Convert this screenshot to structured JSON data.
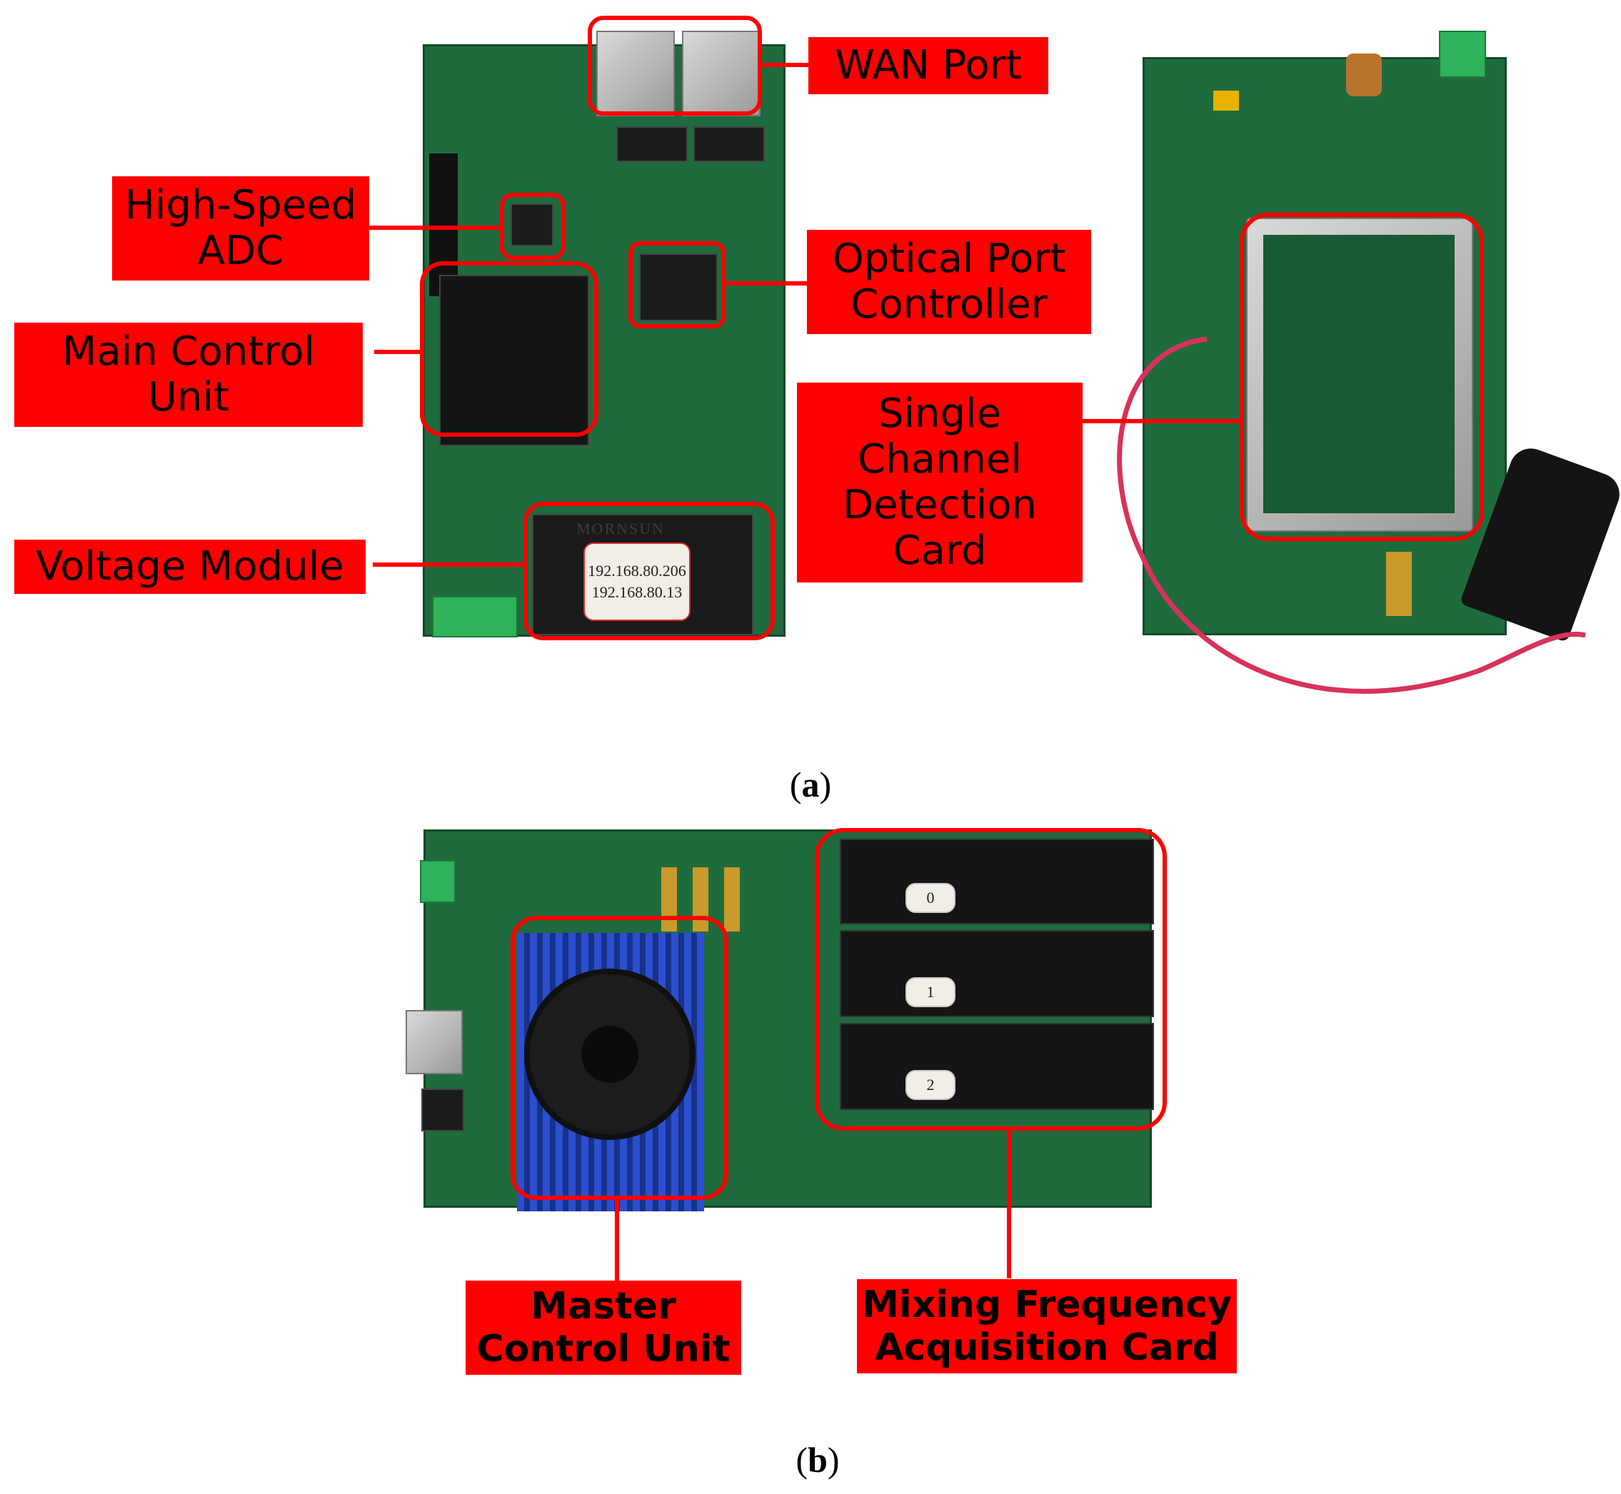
{
  "panel_a": {
    "labels": {
      "wan_port": "WAN Port",
      "high_speed_adc": "High-Speed\nADC",
      "optical_port_controller": "Optical Port\nController",
      "main_control_unit": "Main Control\nUnit",
      "single_channel_detection_card": "Single\nChannel\nDetection\nCard",
      "voltage_module": "Voltage Module"
    },
    "caption": "a",
    "board_marking": "MORNSUN",
    "sticker_lines": [
      "192.168.80.206",
      "192.168.80.13"
    ]
  },
  "panel_b": {
    "labels": {
      "master_control_unit": "Master\nControl Unit",
      "mixing_frequency_acquisition_card": "Mixing Frequency\nAcquisition Card"
    },
    "caption": "b",
    "card_tags": [
      "0",
      "1",
      "2"
    ]
  },
  "colors": {
    "highlight": "#ff0000",
    "pcb_green": "#1f6b3e"
  }
}
